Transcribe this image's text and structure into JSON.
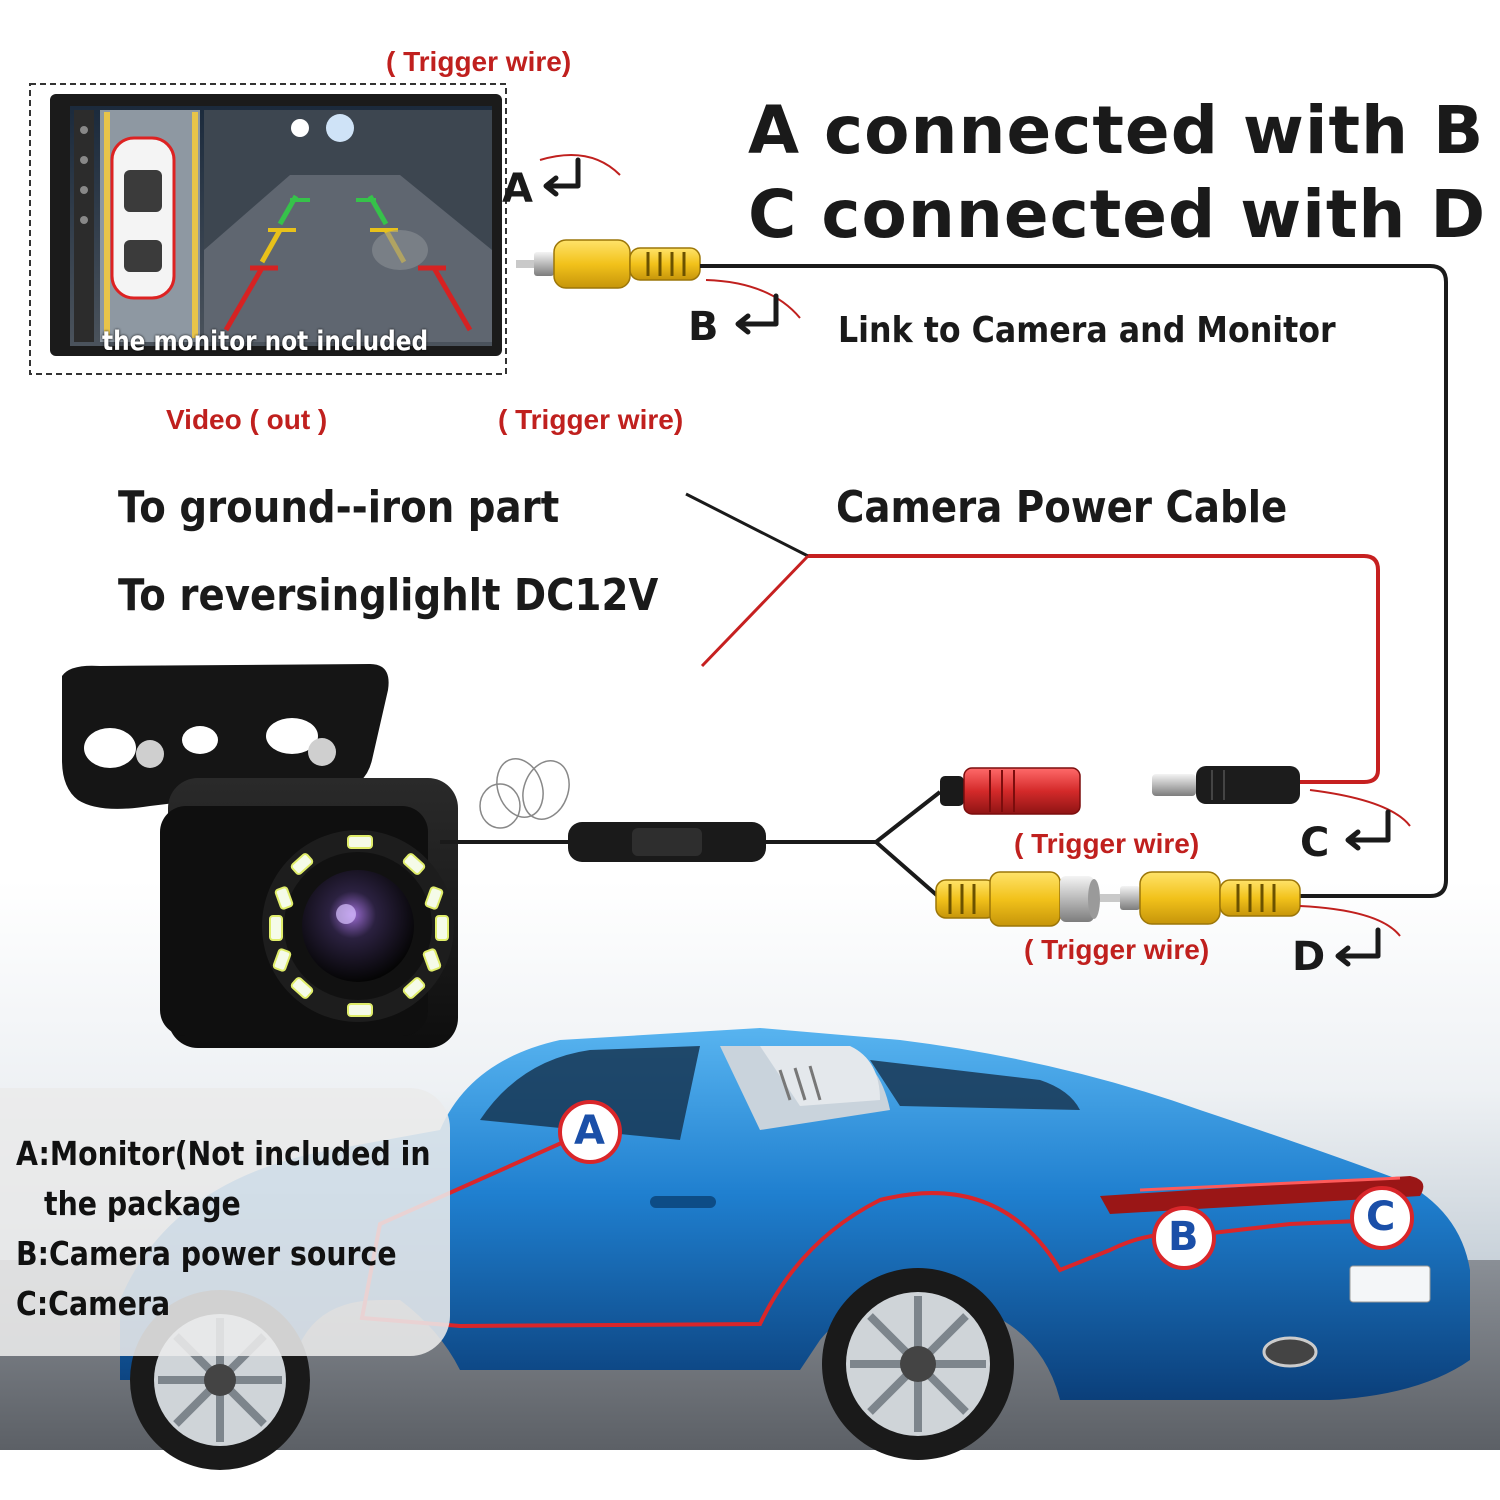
{
  "headline": {
    "line1": "A connected with B",
    "line2": "C connected with D"
  },
  "monitor": {
    "note": "the monitor not included"
  },
  "labels": {
    "trigger_top": "( Trigger wire)",
    "video_out": "Video ( out )",
    "trigger_mid": "( Trigger wire)",
    "link": "Link to Camera and Monitor",
    "ground": "To ground--iron part",
    "reversing": "To reversinglighlt DC12V",
    "power_cable": "Camera Power Cable",
    "trigger_c": "( Trigger wire)",
    "trigger_d": "( Trigger wire)"
  },
  "connectors": {
    "a": "A",
    "b": "B",
    "c": "C",
    "d": "D"
  },
  "car_markers": {
    "a": "A",
    "b": "B",
    "c": "C"
  },
  "legend": {
    "line1": "A:Monitor(Not included in",
    "line2": "the package",
    "line3": "B:Camera power source",
    "line4": "C:Camera"
  },
  "colors": {
    "label_red": "#c0201e",
    "car_blue": "#1f7fcf",
    "rca_yellow": "#f2c21b",
    "dc_red": "#d42a2a",
    "marker_blue": "#1a4fa8"
  }
}
